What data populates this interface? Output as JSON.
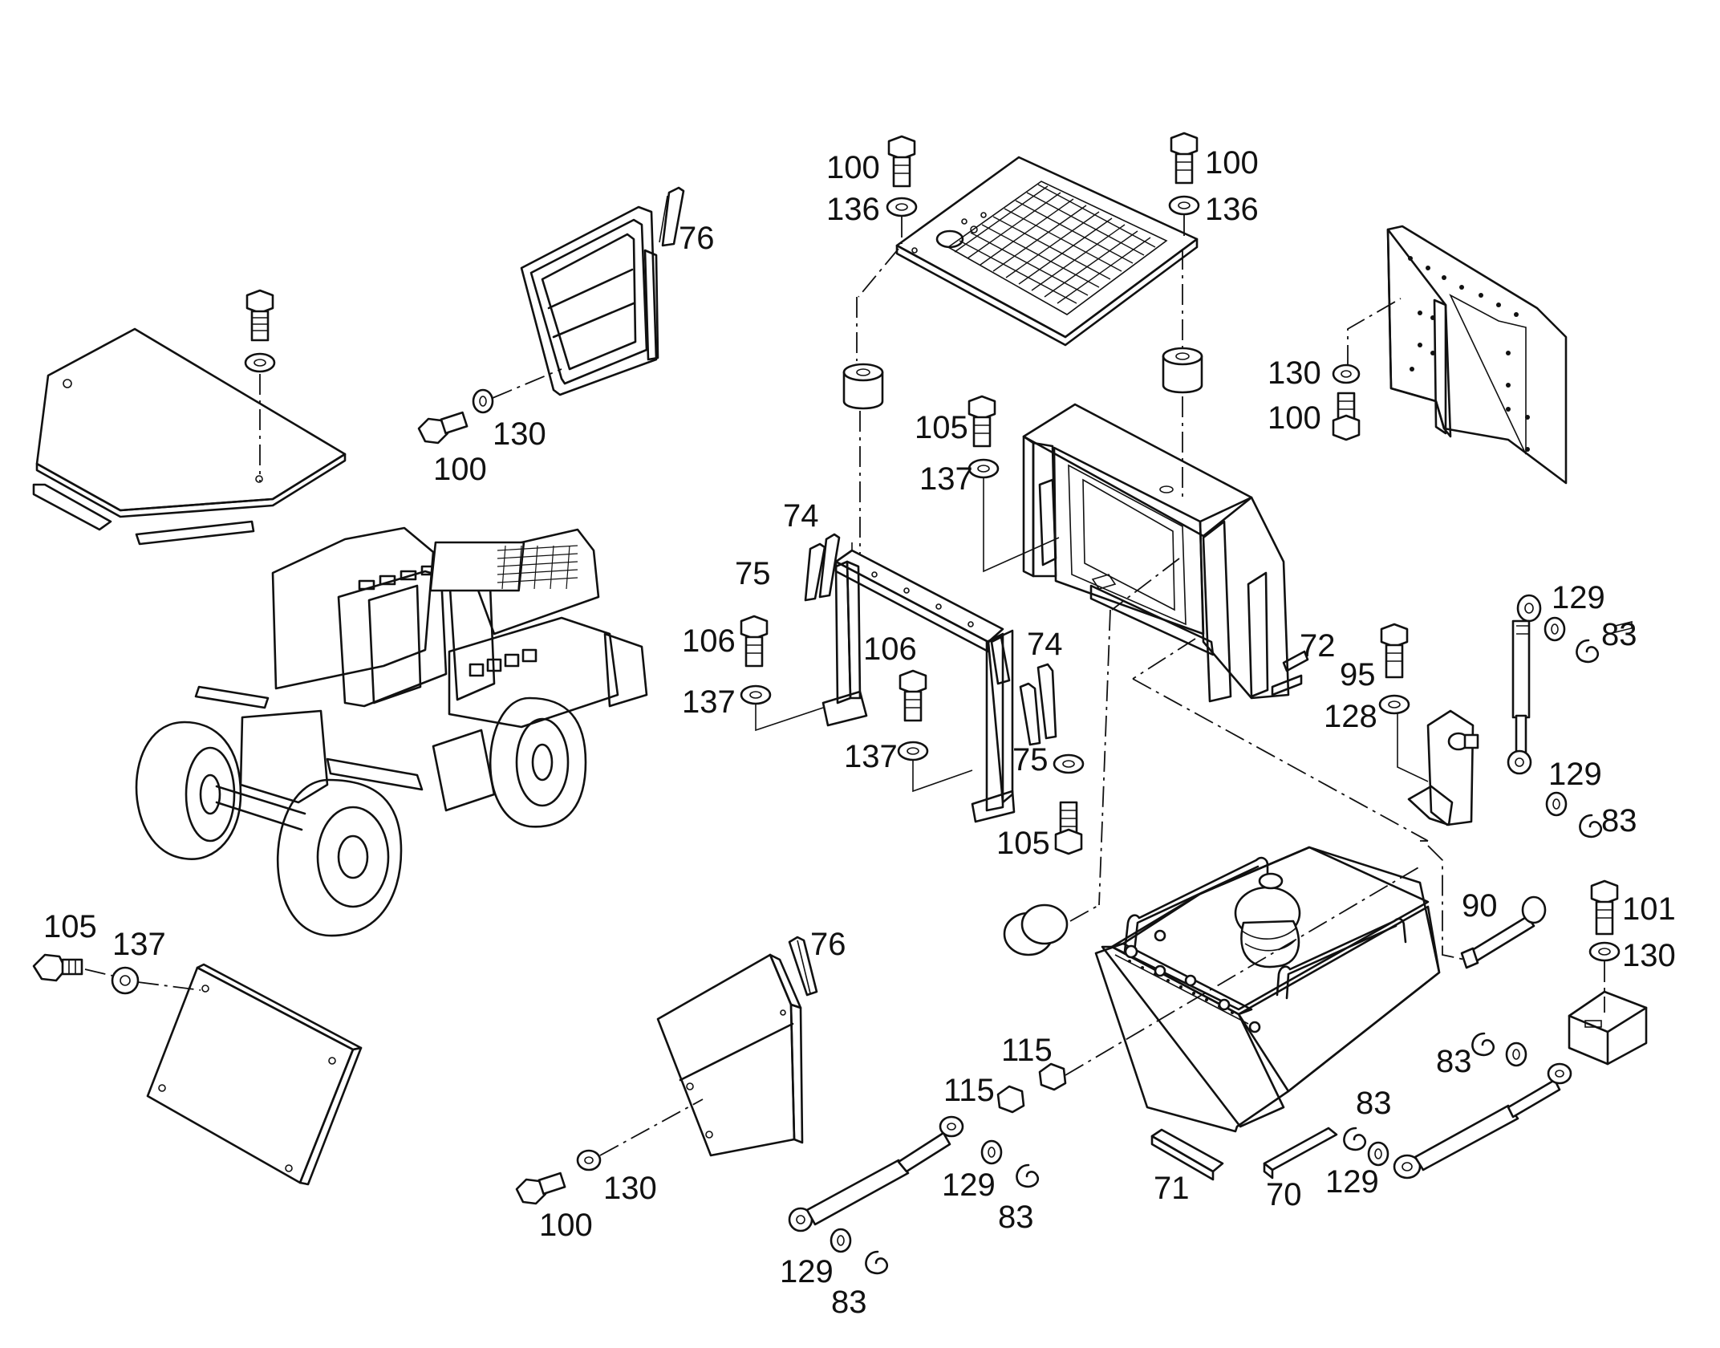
{
  "callouts": [
    {
      "id": "c100a",
      "text": "100"
    },
    {
      "id": "c136a",
      "text": "136"
    },
    {
      "id": "c100b",
      "text": "100"
    },
    {
      "id": "c136b",
      "text": "136"
    },
    {
      "id": "c76a",
      "text": "76"
    },
    {
      "id": "c100c",
      "text": "100"
    },
    {
      "id": "c130a",
      "text": "130"
    },
    {
      "id": "c130b",
      "text": "130"
    },
    {
      "id": "c100d",
      "text": "100"
    },
    {
      "id": "c105a",
      "text": "105"
    },
    {
      "id": "c137a",
      "text": "137"
    },
    {
      "id": "c74a",
      "text": "74"
    },
    {
      "id": "c75a",
      "text": "75"
    },
    {
      "id": "c106a",
      "text": "106"
    },
    {
      "id": "c137b",
      "text": "137"
    },
    {
      "id": "c106b",
      "text": "106"
    },
    {
      "id": "c137c",
      "text": "137"
    },
    {
      "id": "c74b",
      "text": "74"
    },
    {
      "id": "c75b",
      "text": "75"
    },
    {
      "id": "c105b",
      "text": "105"
    },
    {
      "id": "c72",
      "text": "72"
    },
    {
      "id": "c95",
      "text": "95"
    },
    {
      "id": "c128",
      "text": "128"
    },
    {
      "id": "c129a",
      "text": "129"
    },
    {
      "id": "c83a",
      "text": "83"
    },
    {
      "id": "c129b",
      "text": "129"
    },
    {
      "id": "c83b",
      "text": "83"
    },
    {
      "id": "c90",
      "text": "90"
    },
    {
      "id": "c101",
      "text": "101"
    },
    {
      "id": "c130c",
      "text": "130"
    },
    {
      "id": "c105c",
      "text": "105"
    },
    {
      "id": "c137d",
      "text": "137"
    },
    {
      "id": "c76b",
      "text": "76"
    },
    {
      "id": "c115a",
      "text": "115"
    },
    {
      "id": "c115b",
      "text": "115"
    },
    {
      "id": "c130d",
      "text": "130"
    },
    {
      "id": "c100e",
      "text": "100"
    },
    {
      "id": "c129c",
      "text": "129"
    },
    {
      "id": "c83c",
      "text": "83"
    },
    {
      "id": "c129d",
      "text": "129"
    },
    {
      "id": "c83d",
      "text": "83"
    },
    {
      "id": "c71",
      "text": "71"
    },
    {
      "id": "c70",
      "text": "70"
    },
    {
      "id": "c83e",
      "text": "83"
    },
    {
      "id": "c129e",
      "text": "129"
    },
    {
      "id": "c83f",
      "text": "83"
    }
  ]
}
